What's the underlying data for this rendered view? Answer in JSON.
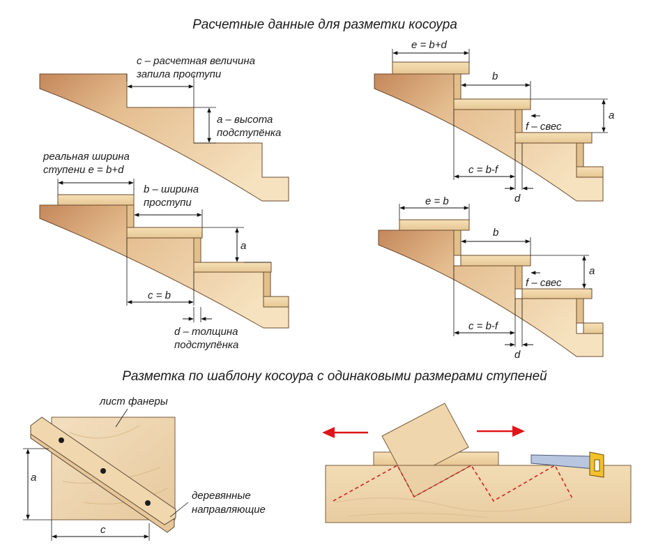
{
  "titles": {
    "top": "Расчетные данные для разметки косоура",
    "bottom": "Разметка по шаблону косоура с одинаковыми размерами ступеней"
  },
  "labels": {
    "c_calc_1": "c – расчетная величина",
    "c_calc_2": "запила проступи",
    "a_height_1": "a – высота",
    "a_height_2": "подступёнка",
    "real_width_1": "реальная ширина",
    "real_width_2": "ступени e = b+d",
    "b_width_1": "b – ширина",
    "b_width_2": "проступи",
    "a": "a",
    "c_eq_b": "c = b",
    "d_thick_1": "d – толщина",
    "d_thick_2": "подступёнка",
    "e_bd": "e = b+d",
    "b": "b",
    "f_overhang": "f – свес",
    "c_bf": "c = b-f",
    "d": "d",
    "e_b": "e = b",
    "plywood": "лист фанеры",
    "guides_1": "деревянные",
    "guides_2": "направляющие",
    "c": "c"
  },
  "colors": {
    "wood_light": "#f3dcb2",
    "wood_dark": "#c98f5b",
    "tread": "#efd3a3",
    "arrow_red": "#e0141b",
    "dash_red": "#d42020",
    "plank": "#5a4635"
  }
}
